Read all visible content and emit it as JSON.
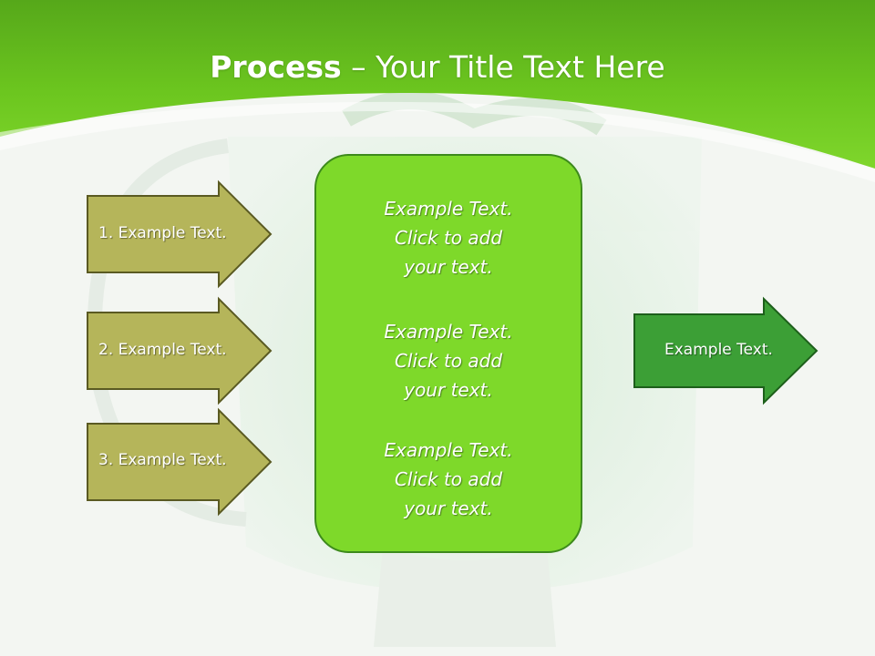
{
  "title": {
    "bold": "Process",
    "rest": " – Your Title Text Here"
  },
  "left_steps": [
    {
      "label": "1. Example Text."
    },
    {
      "label": "2. Example Text."
    },
    {
      "label": "3. Example Text."
    }
  ],
  "center_box": {
    "paragraphs": [
      {
        "line1": "Example Text.",
        "line2": "Click  to add",
        "line3": "your text."
      },
      {
        "line1": "Example Text.",
        "line2": "Click  to add",
        "line3": "your text."
      },
      {
        "line1": "Example Text.",
        "line2": "Click  to add",
        "line3": "your text."
      }
    ]
  },
  "output": {
    "label": "Example Text."
  },
  "colors": {
    "header_green": "#6cc61f",
    "step_fill": "#b5b55a",
    "step_border": "#5a5a22",
    "center_fill": "#7ed92a",
    "center_border": "#3d8a1c",
    "output_fill": "#3c9f36",
    "output_border": "#1d5f1b"
  }
}
